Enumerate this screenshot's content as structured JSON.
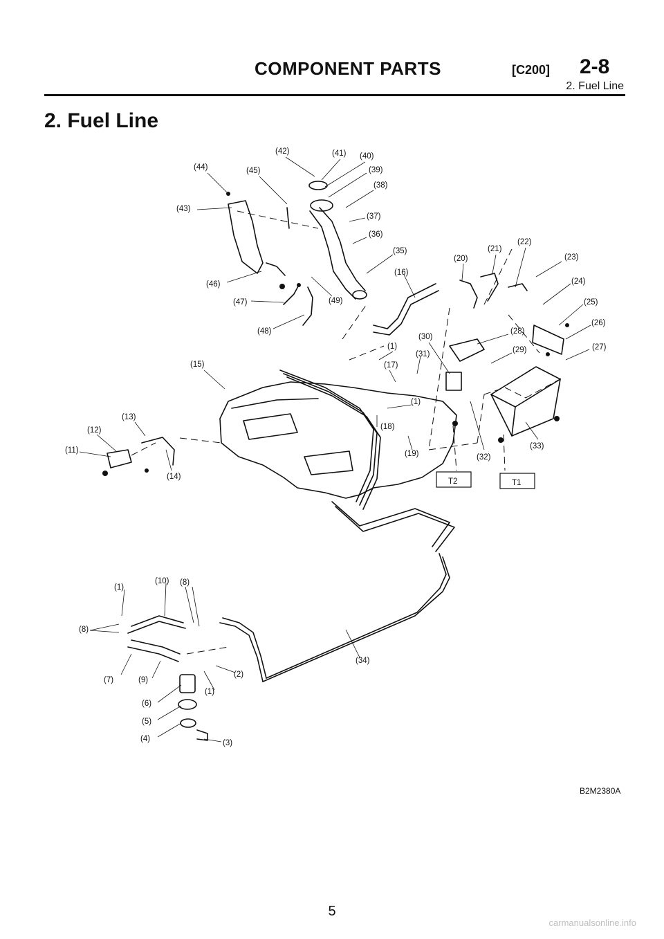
{
  "header": {
    "title": "COMPONENT PARTS",
    "code": "[C200]",
    "section": "2-8",
    "subtitle": "2. Fuel Line"
  },
  "section_title": "2. Fuel Line",
  "figure_ref": "B2M2380A",
  "page_number": "5",
  "watermark": "carmanualsonline.info",
  "callouts": [
    "(42)",
    "(41)",
    "(40)",
    "(44)",
    "(45)",
    "(39)",
    "(38)",
    "(43)",
    "(37)",
    "(36)",
    "(35)",
    "(22)",
    "(21)",
    "(20)",
    "(23)",
    "(16)",
    "(46)",
    "(24)",
    "(47)",
    "(49)",
    "(25)",
    "(48)",
    "(26)",
    "(28)",
    "(30)",
    "(27)",
    "(1)",
    "(29)",
    "(31)",
    "(15)",
    "(17)",
    "(1)",
    "(13)",
    "(12)",
    "(18)",
    "(11)",
    "(19)",
    "(32)",
    "(33)",
    "(14)",
    "T2",
    "T1",
    "(10)",
    "(8)",
    "(1)",
    "(8)",
    "(7)",
    "(9)",
    "(2)",
    "(1)",
    "(34)",
    "(6)",
    "(5)",
    "(4)",
    "(3)"
  ]
}
